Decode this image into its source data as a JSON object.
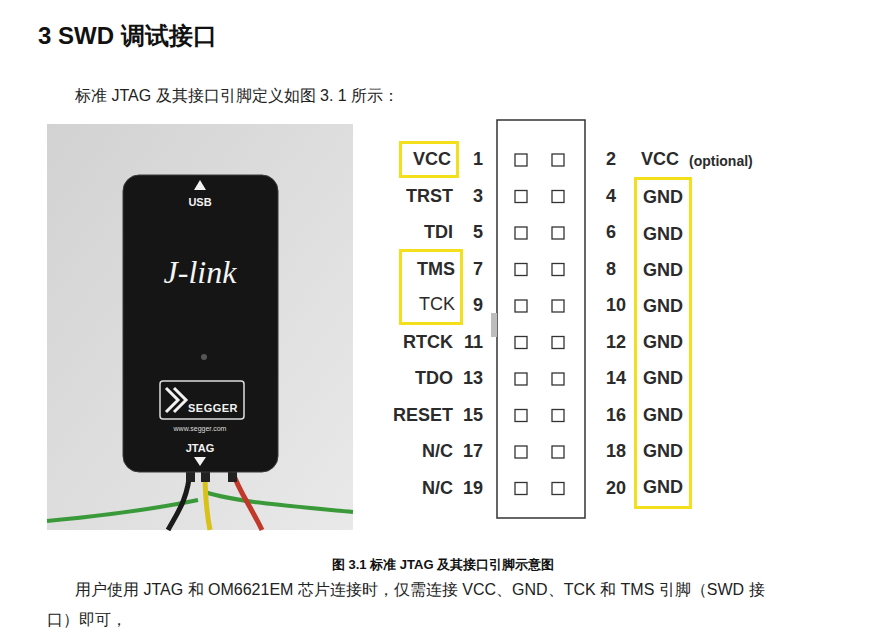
{
  "diagram": {
    "title": "3 SWD 调试接口",
    "caption": "图 3.1 标准 JTAG 及其接口引脚示意图",
    "nodes": [
      {
        "text": [
          "VCC"
        ]
      },
      {
        "text": [
          "TMS",
          "TCK"
        ]
      },
      {
        "text": [
          "GND",
          "GND",
          "GND",
          "GND",
          "GND",
          "GND",
          "GND",
          "GND",
          "GND"
        ]
      }
    ],
    "labels": [
      "标准 JTAG 及其接口引脚定义如图 3. 1 所示：",
      "USB",
      "J-link",
      "SEGGER",
      "www.segger.com",
      "JTAG",
      "1",
      "2",
      "VCC",
      "(optional)",
      "TRST",
      "3",
      "4",
      "TDI",
      "5",
      "6",
      "7",
      "8",
      "9",
      "10",
      "RTCK",
      "11",
      "12",
      "TDO",
      "13",
      "14",
      "RESET",
      "15",
      "16",
      "N/C",
      "17",
      "18",
      "N/C",
      "19",
      "20",
      "用户使用 JTAG 和 OM6621EM 芯片连接时，仅需连接 VCC、GND、TCK 和 TMS 引脚（SWD 接口）即可，"
    ]
  }
}
